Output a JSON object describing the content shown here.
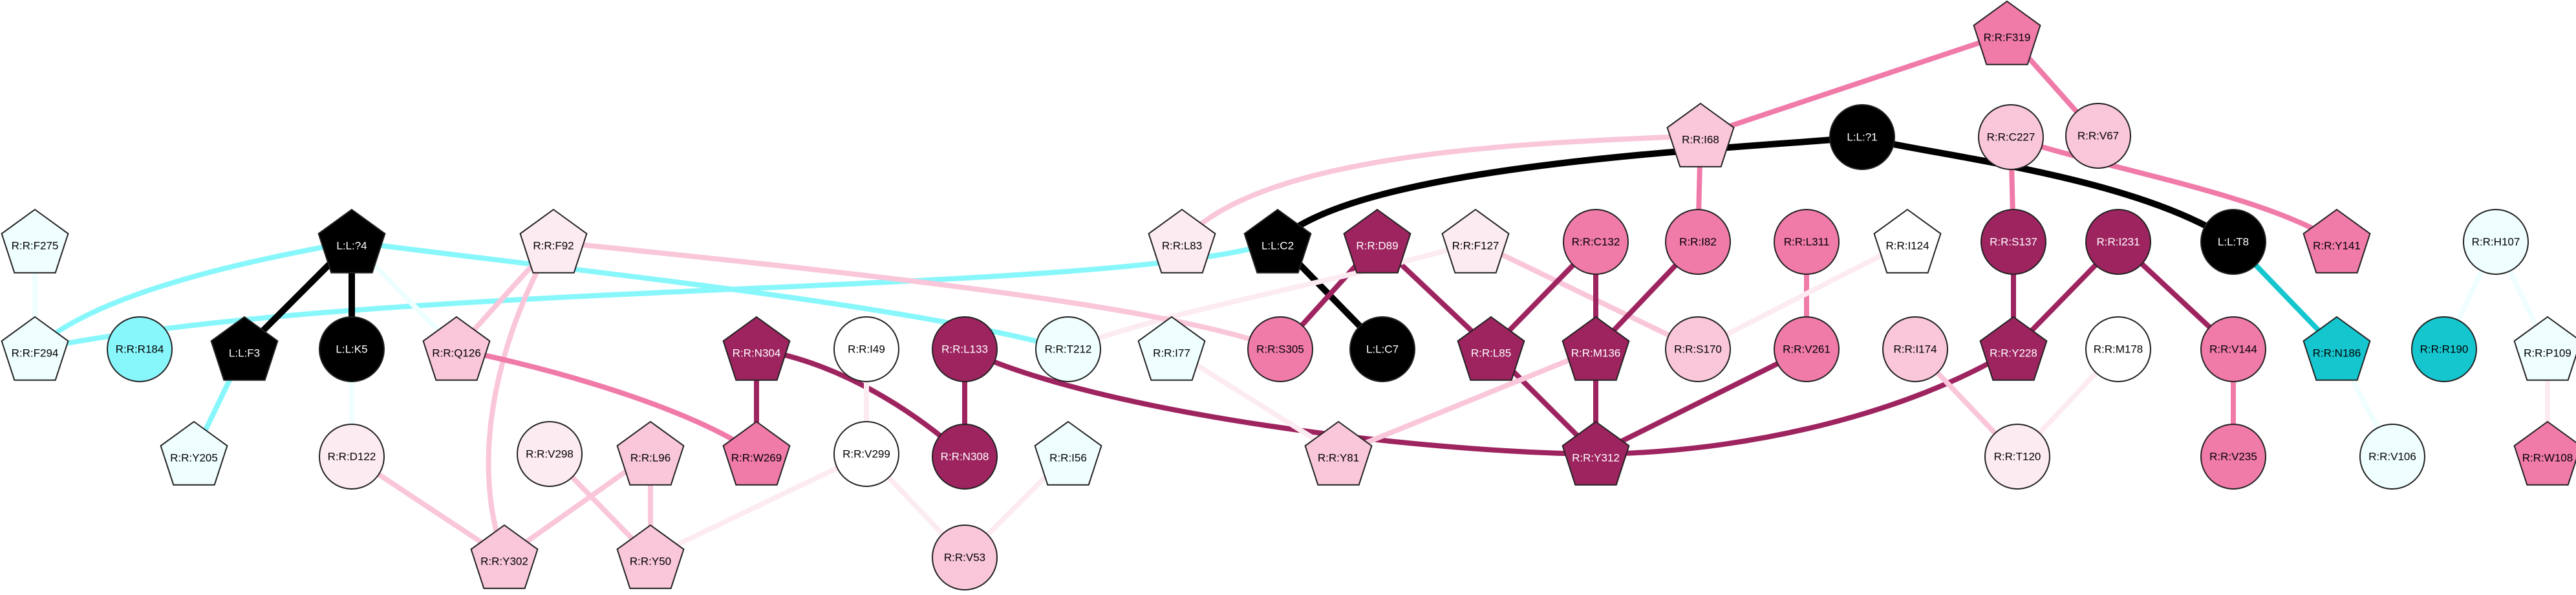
{
  "colors": {
    "black": "#000000",
    "dark_magenta": "#9e2460",
    "pink": "#f07aa8",
    "light_pink": "#f9c6da",
    "pale_pink": "#fdebf2",
    "white": "#ffffff",
    "pale_cyan": "#effefe",
    "cyan": "#88f7fb",
    "dark_cyan": "#15c6cf"
  },
  "nodes": [
    {
      "id": "R:R:F319",
      "shape": "pentagon",
      "fill": "pink"
    },
    {
      "id": "R:R:I68",
      "shape": "pentagon",
      "fill": "light_pink"
    },
    {
      "id": "R:R:V67",
      "shape": "circle",
      "fill": "light_pink"
    },
    {
      "id": "L:L:?1",
      "shape": "circle",
      "fill": "black"
    },
    {
      "id": "R:R:C227",
      "shape": "circle",
      "fill": "light_pink"
    },
    {
      "id": "R:R:L83",
      "shape": "pentagon",
      "fill": "pale_pink"
    },
    {
      "id": "L:L:C2",
      "shape": "pentagon",
      "fill": "black"
    },
    {
      "id": "R:R:D89",
      "shape": "pentagon",
      "fill": "dark_magenta"
    },
    {
      "id": "R:R:F127",
      "shape": "pentagon",
      "fill": "pale_pink"
    },
    {
      "id": "R:R:C132",
      "shape": "circle",
      "fill": "pink"
    },
    {
      "id": "R:R:I82",
      "shape": "circle",
      "fill": "pink"
    },
    {
      "id": "R:R:L311",
      "shape": "circle",
      "fill": "pink"
    },
    {
      "id": "R:R:I124",
      "shape": "pentagon",
      "fill": "white"
    },
    {
      "id": "R:R:S137",
      "shape": "circle",
      "fill": "dark_magenta"
    },
    {
      "id": "R:R:I231",
      "shape": "circle",
      "fill": "dark_magenta"
    },
    {
      "id": "L:L:T8",
      "shape": "circle",
      "fill": "black"
    },
    {
      "id": "R:R:Y141",
      "shape": "pentagon",
      "fill": "pink"
    },
    {
      "id": "R:R:H107",
      "shape": "circle",
      "fill": "pale_cyan"
    },
    {
      "id": "R:R:F275",
      "shape": "pentagon",
      "fill": "pale_cyan"
    },
    {
      "id": "L:L:?4",
      "shape": "pentagon",
      "fill": "black"
    },
    {
      "id": "R:R:F92",
      "shape": "pentagon",
      "fill": "pale_pink"
    },
    {
      "id": "R:R:F294",
      "shape": "pentagon",
      "fill": "pale_cyan"
    },
    {
      "id": "R:R:R184",
      "shape": "circle",
      "fill": "cyan"
    },
    {
      "id": "L:L:F3",
      "shape": "pentagon",
      "fill": "black"
    },
    {
      "id": "L:L:K5",
      "shape": "circle",
      "fill": "black"
    },
    {
      "id": "R:R:Q126",
      "shape": "pentagon",
      "fill": "light_pink"
    },
    {
      "id": "R:R:N304",
      "shape": "pentagon",
      "fill": "dark_magenta"
    },
    {
      "id": "R:R:I49",
      "shape": "circle",
      "fill": "white"
    },
    {
      "id": "R:R:L133",
      "shape": "circle",
      "fill": "dark_magenta"
    },
    {
      "id": "R:R:I77",
      "shape": "pentagon",
      "fill": "pale_cyan"
    },
    {
      "id": "R:R:T212",
      "shape": "circle",
      "fill": "pale_cyan"
    },
    {
      "id": "R:R:S305",
      "shape": "circle",
      "fill": "pink"
    },
    {
      "id": "L:L:C7",
      "shape": "circle",
      "fill": "black"
    },
    {
      "id": "R:R:L85",
      "shape": "pentagon",
      "fill": "dark_magenta"
    },
    {
      "id": "R:R:M136",
      "shape": "pentagon",
      "fill": "dark_magenta"
    },
    {
      "id": "R:R:S170",
      "shape": "circle",
      "fill": "light_pink"
    },
    {
      "id": "R:R:V261",
      "shape": "circle",
      "fill": "pink"
    },
    {
      "id": "R:R:I174",
      "shape": "circle",
      "fill": "light_pink"
    },
    {
      "id": "R:R:Y228",
      "shape": "pentagon",
      "fill": "dark_magenta"
    },
    {
      "id": "R:R:M178",
      "shape": "circle",
      "fill": "white"
    },
    {
      "id": "R:R:V144",
      "shape": "circle",
      "fill": "pink"
    },
    {
      "id": "R:R:N186",
      "shape": "pentagon",
      "fill": "dark_cyan"
    },
    {
      "id": "R:R:R190",
      "shape": "circle",
      "fill": "dark_cyan"
    },
    {
      "id": "R:R:P109",
      "shape": "pentagon",
      "fill": "pale_cyan"
    },
    {
      "id": "R:R:Y205",
      "shape": "pentagon",
      "fill": "pale_cyan"
    },
    {
      "id": "R:R:D122",
      "shape": "circle",
      "fill": "pale_pink"
    },
    {
      "id": "R:R:W269",
      "shape": "pentagon",
      "fill": "pink"
    },
    {
      "id": "R:R:V299",
      "shape": "circle",
      "fill": "white"
    },
    {
      "id": "R:R:N308",
      "shape": "circle",
      "fill": "dark_magenta"
    },
    {
      "id": "R:R:I56",
      "shape": "pentagon",
      "fill": "pale_cyan"
    },
    {
      "id": "R:R:Y81",
      "shape": "pentagon",
      "fill": "light_pink"
    },
    {
      "id": "R:R:Y312",
      "shape": "pentagon",
      "fill": "dark_magenta"
    },
    {
      "id": "R:R:T120",
      "shape": "circle",
      "fill": "pale_pink"
    },
    {
      "id": "R:R:V235",
      "shape": "circle",
      "fill": "pink"
    },
    {
      "id": "R:R:V106",
      "shape": "circle",
      "fill": "pale_cyan"
    },
    {
      "id": "R:R:W108",
      "shape": "pentagon",
      "fill": "pink"
    },
    {
      "id": "R:R:V298",
      "shape": "circle",
      "fill": "pale_pink"
    },
    {
      "id": "R:R:L96",
      "shape": "pentagon",
      "fill": "light_pink"
    },
    {
      "id": "R:R:Y302",
      "shape": "pentagon",
      "fill": "light_pink"
    },
    {
      "id": "R:R:Y50",
      "shape": "pentagon",
      "fill": "light_pink"
    },
    {
      "id": "R:R:V53",
      "shape": "circle",
      "fill": "light_pink"
    }
  ],
  "edges": [
    {
      "from": "R:R:F319",
      "to": "R:R:I68",
      "color": "pink",
      "weight": "medium"
    },
    {
      "from": "R:R:F319",
      "to": "R:R:V67",
      "color": "pink",
      "weight": "medium"
    },
    {
      "from": "R:R:I68",
      "to": "R:R:L83",
      "color": "light_pink",
      "weight": "medium"
    },
    {
      "from": "R:R:I68",
      "to": "R:R:I82",
      "color": "pink",
      "weight": "medium"
    },
    {
      "from": "R:R:C227",
      "to": "R:R:Y141",
      "color": "pink",
      "weight": "medium"
    },
    {
      "from": "R:R:C227",
      "to": "R:R:S137",
      "color": "pink",
      "weight": "medium"
    },
    {
      "from": "L:L:?1",
      "to": "L:L:C2",
      "color": "black",
      "weight": "heavy"
    },
    {
      "from": "L:L:?1",
      "to": "L:L:T8",
      "color": "black",
      "weight": "heavy"
    },
    {
      "from": "L:L:C2",
      "to": "L:L:C7",
      "color": "black",
      "weight": "heavy"
    },
    {
      "from": "L:L:C2",
      "to": "R:R:F294",
      "color": "cyan",
      "weight": "medium"
    },
    {
      "from": "R:R:D89",
      "to": "R:R:S305",
      "color": "dark_magenta",
      "weight": "medium"
    },
    {
      "from": "R:R:D89",
      "to": "R:R:L85",
      "color": "dark_magenta",
      "weight": "medium"
    },
    {
      "from": "R:R:F127",
      "to": "R:R:T212",
      "color": "pale_pink",
      "weight": "medium"
    },
    {
      "from": "R:R:F127",
      "to": "R:R:S170",
      "color": "light_pink",
      "weight": "medium"
    },
    {
      "from": "R:R:C132",
      "to": "R:R:L85",
      "color": "dark_magenta",
      "weight": "medium"
    },
    {
      "from": "R:R:C132",
      "to": "R:R:M136",
      "color": "dark_magenta",
      "weight": "medium"
    },
    {
      "from": "R:R:I82",
      "to": "R:R:M136",
      "color": "dark_magenta",
      "weight": "medium"
    },
    {
      "from": "R:R:L311",
      "to": "R:R:V261",
      "color": "pink",
      "weight": "medium"
    },
    {
      "from": "R:R:I124",
      "to": "R:R:S170",
      "color": "pale_pink",
      "weight": "medium"
    },
    {
      "from": "R:R:S137",
      "to": "R:R:Y228",
      "color": "dark_magenta",
      "weight": "medium"
    },
    {
      "from": "R:R:I231",
      "to": "R:R:Y228",
      "color": "dark_magenta",
      "weight": "medium"
    },
    {
      "from": "R:R:I231",
      "to": "R:R:V144",
      "color": "dark_magenta",
      "weight": "medium"
    },
    {
      "from": "L:L:T8",
      "to": "R:R:N186",
      "color": "dark_cyan",
      "weight": "medium"
    },
    {
      "from": "R:R:H107",
      "to": "R:R:R190",
      "color": "pale_cyan",
      "weight": "medium"
    },
    {
      "from": "R:R:H107",
      "to": "R:R:P109",
      "color": "pale_cyan",
      "weight": "medium"
    },
    {
      "from": "R:R:F275",
      "to": "R:R:F294",
      "color": "pale_cyan",
      "weight": "medium"
    },
    {
      "from": "L:L:?4",
      "to": "R:R:F294",
      "color": "cyan",
      "weight": "medium"
    },
    {
      "from": "L:L:?4",
      "to": "L:L:F3",
      "color": "black",
      "weight": "heavy"
    },
    {
      "from": "L:L:?4",
      "to": "L:L:K5",
      "color": "black",
      "weight": "heavy"
    },
    {
      "from": "L:L:?4",
      "to": "R:R:Q126",
      "color": "pale_cyan",
      "weight": "medium"
    },
    {
      "from": "L:L:?4",
      "to": "R:R:T212",
      "color": "cyan",
      "weight": "medium"
    },
    {
      "from": "R:R:F92",
      "to": "R:R:Q126",
      "color": "light_pink",
      "weight": "medium"
    },
    {
      "from": "R:R:F92",
      "to": "R:R:S305",
      "color": "light_pink",
      "weight": "medium"
    },
    {
      "from": "R:R:F92",
      "to": "R:R:Y302",
      "color": "light_pink",
      "weight": "medium"
    },
    {
      "from": "L:L:F3",
      "to": "R:R:Y205",
      "color": "cyan",
      "weight": "medium"
    },
    {
      "from": "L:L:K5",
      "to": "R:R:D122",
      "color": "pale_cyan",
      "weight": "medium"
    },
    {
      "from": "R:R:Q126",
      "to": "R:R:W269",
      "color": "pink",
      "weight": "medium"
    },
    {
      "from": "R:R:N304",
      "to": "R:R:W269",
      "color": "dark_magenta",
      "weight": "medium"
    },
    {
      "from": "R:R:N304",
      "to": "R:R:N308",
      "color": "dark_magenta",
      "weight": "medium"
    },
    {
      "from": "R:R:I49",
      "to": "R:R:V299",
      "color": "pale_pink",
      "weight": "medium"
    },
    {
      "from": "R:R:L133",
      "to": "R:R:N308",
      "color": "dark_magenta",
      "weight": "medium"
    },
    {
      "from": "R:R:L133",
      "to": "R:R:Y312",
      "color": "dark_magenta",
      "weight": "medium"
    },
    {
      "from": "R:R:I77",
      "to": "R:R:Y81",
      "color": "pale_pink",
      "weight": "medium"
    },
    {
      "from": "R:R:L85",
      "to": "R:R:Y312",
      "color": "dark_magenta",
      "weight": "medium"
    },
    {
      "from": "R:R:M136",
      "to": "R:R:Y312",
      "color": "dark_magenta",
      "weight": "medium"
    },
    {
      "from": "R:R:M136",
      "to": "R:R:Y81",
      "color": "light_pink",
      "weight": "medium"
    },
    {
      "from": "R:R:V261",
      "to": "R:R:Y312",
      "color": "dark_magenta",
      "weight": "medium"
    },
    {
      "from": "R:R:Y228",
      "to": "R:R:Y312",
      "color": "dark_magenta",
      "weight": "medium"
    },
    {
      "from": "R:R:I174",
      "to": "R:R:T120",
      "color": "light_pink",
      "weight": "medium"
    },
    {
      "from": "R:R:M178",
      "to": "R:R:T120",
      "color": "pale_pink",
      "weight": "medium"
    },
    {
      "from": "R:R:V144",
      "to": "R:R:V235",
      "color": "pink",
      "weight": "medium"
    },
    {
      "from": "R:R:N186",
      "to": "R:R:V106",
      "color": "pale_cyan",
      "weight": "medium"
    },
    {
      "from": "R:R:P109",
      "to": "R:R:W108",
      "color": "pale_pink",
      "weight": "medium"
    },
    {
      "from": "R:R:D122",
      "to": "R:R:Y302",
      "color": "light_pink",
      "weight": "medium"
    },
    {
      "from": "R:R:V298",
      "to": "R:R:Y50",
      "color": "light_pink",
      "weight": "medium"
    },
    {
      "from": "R:R:L96",
      "to": "R:R:Y302",
      "color": "light_pink",
      "weight": "medium"
    },
    {
      "from": "R:R:L96",
      "to": "R:R:Y50",
      "color": "light_pink",
      "weight": "medium"
    },
    {
      "from": "R:R:V299",
      "to": "R:R:Y50",
      "color": "pale_pink",
      "weight": "medium"
    },
    {
      "from": "R:R:V299",
      "to": "R:R:V53",
      "color": "pale_pink",
      "weight": "medium"
    },
    {
      "from": "R:R:I56",
      "to": "R:R:V53",
      "color": "pale_pink",
      "weight": "medium"
    }
  ]
}
